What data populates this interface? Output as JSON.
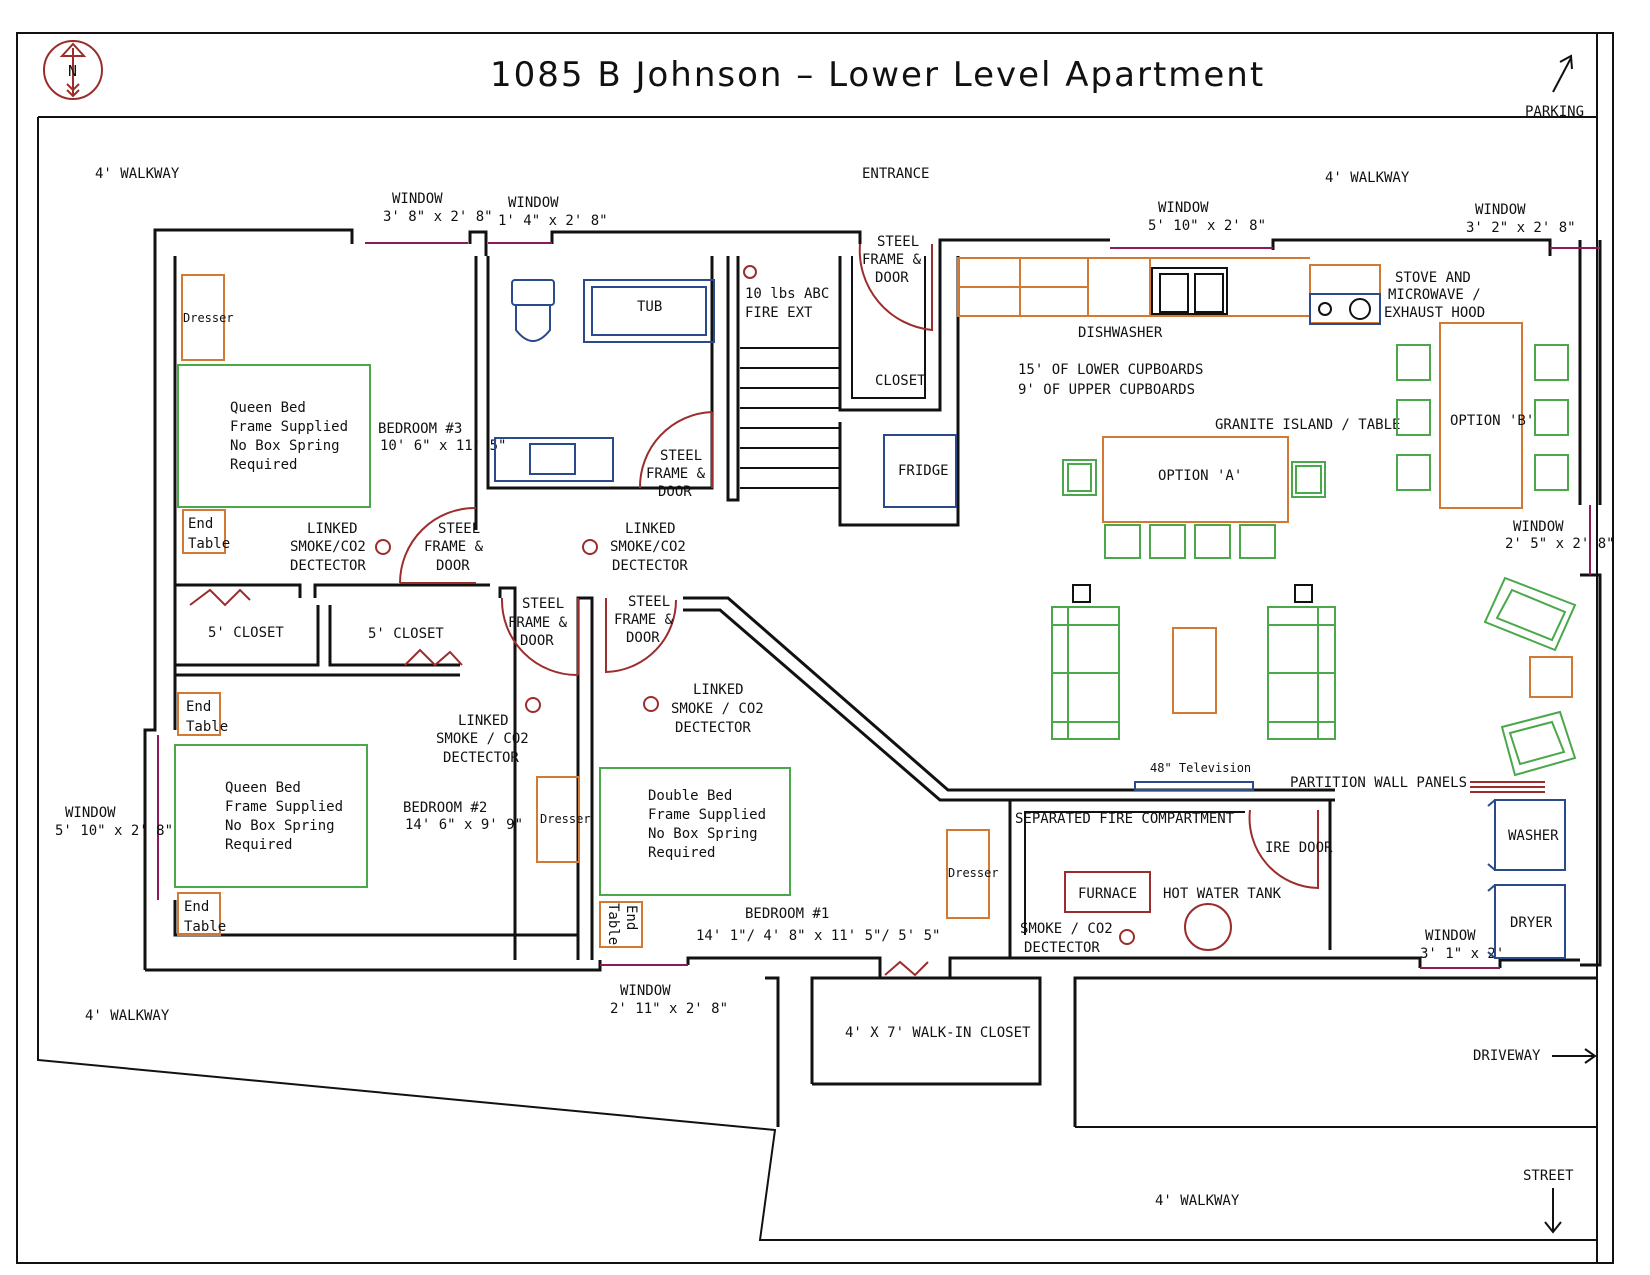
{
  "title": "1085 B  Johnson – Lower Level Apartment",
  "compass": {
    "letter": "N"
  },
  "labels": {
    "parking": "PARKING",
    "entrance": "ENTRANCE",
    "walkway_nw": "4' WALKWAY",
    "walkway_ne": "4' WALKWAY",
    "walkway_sw": "4' WALKWAY",
    "walkway_s": "4' WALKWAY",
    "driveway": "DRIVEWAY",
    "street": "STREET"
  },
  "windows": [
    {
      "id": "w1",
      "l1": "WINDOW",
      "l2": "3' 8\" x 2' 8\""
    },
    {
      "id": "w2",
      "l1": "WINDOW",
      "l2": "1' 4\" x 2' 8\""
    },
    {
      "id": "w3",
      "l1": "WINDOW",
      "l2": "5' 10\" x 2' 8\""
    },
    {
      "id": "w4",
      "l1": "WINDOW",
      "l2": "3' 2\" x 2' 8\""
    },
    {
      "id": "w5",
      "l1": "WINDOW",
      "l2": "2' 5\" x 2' 8\""
    },
    {
      "id": "w6",
      "l1": "WINDOW",
      "l2": "5' 10\" x 2' 8\""
    },
    {
      "id": "w7",
      "l1": "WINDOW",
      "l2": "2' 11\" x 2' 8\""
    },
    {
      "id": "w8",
      "l1": "WINDOW",
      "l2": "3' 1\" x 2'"
    }
  ],
  "rooms": {
    "bedroom3": {
      "name": "BEDROOM #3",
      "size": "10' 6\" x 11' 5\""
    },
    "bedroom2": {
      "name": "BEDROOM #2",
      "size": "14' 6\" x 9' 9\""
    },
    "bedroom1": {
      "name": "BEDROOM #1",
      "size": "14' 1\"/ 4' 8\"  x  11' 5\"/ 5' 5\""
    },
    "closet_a": "5'  CLOSET",
    "closet_b": "5'  CLOSET",
    "closet_c": "CLOSET",
    "walkin": "4' X 7' WALK-IN  CLOSET",
    "fire_comp": "SEPARATED FIRE COMPARTMENT",
    "fire_door": "IRE DOOR"
  },
  "doors": {
    "d_entrance": [
      "STEEL",
      "FRAME &",
      "DOOR"
    ],
    "d_bath": [
      "STEEL",
      "FRAME &",
      "DOOR"
    ],
    "d_b3": [
      "STEEL",
      "FRAME &",
      "DOOR"
    ],
    "d_b2": [
      "STEEL",
      "FRAME &",
      "DOOR"
    ],
    "d_b1": [
      "STEEL",
      "FRAME &",
      "DOOR"
    ]
  },
  "detectors": {
    "sd1": [
      "LINKED",
      "SMOKE/CO2",
      "DECTECTOR"
    ],
    "sd2": [
      "LINKED",
      "SMOKE/CO2",
      "DECTECTOR"
    ],
    "sd3": [
      "LINKED",
      "SMOKE / CO2",
      "DECTECTOR"
    ],
    "sd4": [
      "LINKED",
      "SMOKE / CO2",
      "DECTECTOR"
    ],
    "sd5": [
      "SMOKE / CO2",
      "DECTECTOR"
    ]
  },
  "furniture": {
    "dresser": "Dresser",
    "end_table": [
      "End",
      "Table"
    ],
    "queen_bed": [
      "Queen Bed",
      "Frame Supplied",
      "No Box Spring",
      "Required"
    ],
    "double_bed": [
      "Double Bed",
      "Frame Supplied",
      "No Box Spring",
      "Required"
    ],
    "tub": "TUB",
    "fire_ext": [
      "10 lbs ABC",
      "FIRE EXT"
    ],
    "fridge": "FRIDGE",
    "dishwasher": "DISHWASHER",
    "stove": [
      "STOVE AND",
      "MICROWAVE /",
      "EXHAUST HOOD"
    ],
    "cupboards": [
      "15' OF LOWER CUPBOARDS",
      "9' OF UPPER CUPBOARDS"
    ],
    "island": "GRANITE ISLAND / TABLE",
    "option_a": "OPTION 'A'",
    "option_b": "OPTION 'B'",
    "television": "48\" Television",
    "partition": "PARTITION WALL PANELS",
    "washer": "WASHER",
    "dryer": "DRYER",
    "furnace": "FURNACE",
    "hot_water": "HOT WATER TANK"
  },
  "colors": {
    "wall": "#111111",
    "window": "#8b1a5a",
    "door": "#9b2d2d",
    "bed": "#4aa84a",
    "wood": "#d27a33",
    "appliance": "#2b4a8a"
  }
}
